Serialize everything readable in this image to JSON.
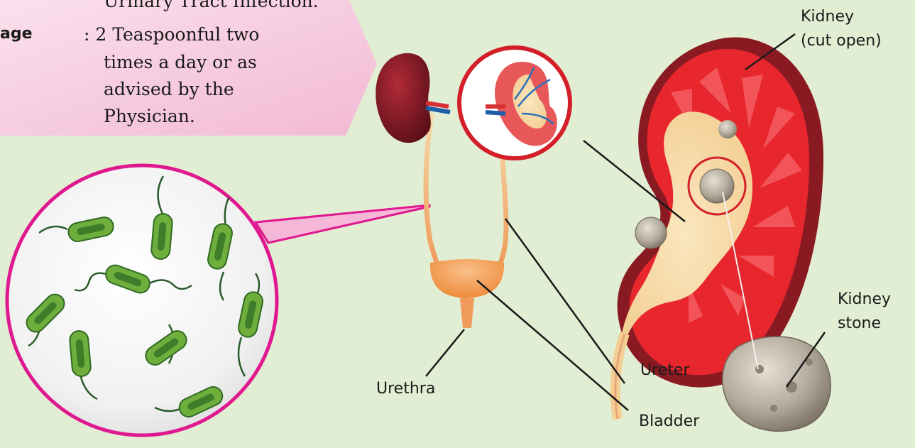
{
  "info_panel": {
    "top_line": "Urinary Tract Infection.",
    "dosage_key": "age",
    "dosage_lines": [
      ": 2 Teaspoonful two",
      "times a day or as",
      "advised by the",
      "Physician."
    ]
  },
  "labels": {
    "kidney_title": "Kidney",
    "kidney_sub": "(cut open)",
    "stone_line1": "Kidney",
    "stone_line2": "stone",
    "ureter": "Ureter",
    "urethra": "Urethra",
    "bladder": "Bladder"
  },
  "colors": {
    "background": "#e2eed3",
    "panel_pink": "#f7c9df",
    "callout_magenta": "#e0188f",
    "kidney_red": "#e8262d",
    "kidney_dark": "#8a1a22",
    "bacteria_green": "#6fae3d",
    "stone_gray": "#b8b0a4"
  }
}
